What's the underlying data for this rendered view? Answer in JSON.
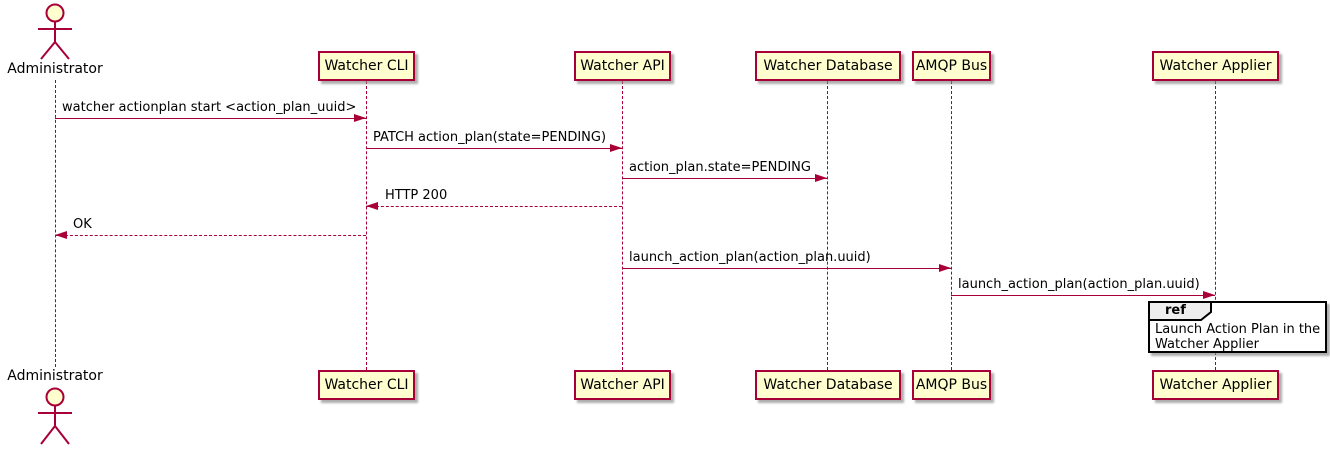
{
  "diagram": {
    "type": "uml-sequence",
    "colors": {
      "participant_fill": "#FEFECE",
      "stroke": "#A80036",
      "ref_fill": "#FFFFFF",
      "ref_header_fill": "#EEEEEE",
      "ref_border": "#000000",
      "text": "#000000"
    },
    "actor": {
      "label": "Administrator"
    },
    "participants": [
      {
        "label": "Watcher CLI"
      },
      {
        "label": "Watcher API"
      },
      {
        "label": "Watcher Database"
      },
      {
        "label": "AMQP Bus"
      },
      {
        "label": "Watcher Applier"
      }
    ],
    "messages": [
      {
        "from": "Administrator",
        "to": "Watcher CLI",
        "style": "solid",
        "label": "watcher actionplan start <action_plan_uuid>"
      },
      {
        "from": "Watcher CLI",
        "to": "Watcher API",
        "style": "solid",
        "label": "PATCH action_plan(state=PENDING)"
      },
      {
        "from": "Watcher API",
        "to": "Watcher Database",
        "style": "solid",
        "label": "action_plan.state=PENDING"
      },
      {
        "from": "Watcher API",
        "to": "Watcher CLI",
        "style": "dashed",
        "label": "HTTP 200"
      },
      {
        "from": "Watcher CLI",
        "to": "Administrator",
        "style": "dashed",
        "label": "OK"
      },
      {
        "from": "Watcher API",
        "to": "AMQP Bus",
        "style": "solid",
        "label": "launch_action_plan(action_plan.uuid)"
      },
      {
        "from": "AMQP Bus",
        "to": "Watcher Applier",
        "style": "solid",
        "label": "launch_action_plan(action_plan.uuid)"
      }
    ],
    "ref_fragment": {
      "keyword": "ref",
      "over": "Watcher Applier",
      "lines": [
        "Launch Action Plan in the",
        "Watcher Applier"
      ]
    }
  }
}
